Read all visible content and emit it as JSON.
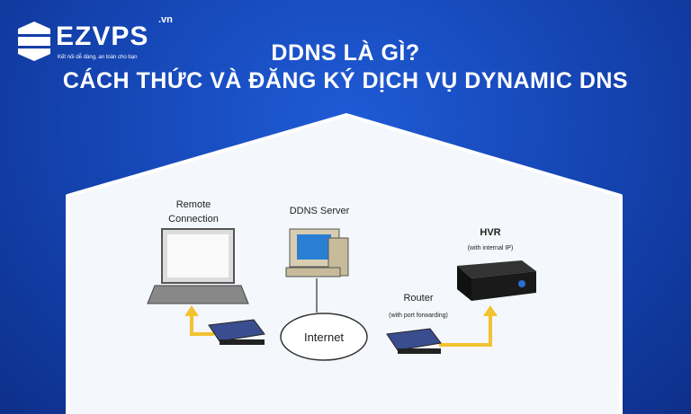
{
  "logo": {
    "brand": "EZVPS",
    "tld": ".vn",
    "tagline": "Kết nối dễ dàng, an toàn cho bạn"
  },
  "title": {
    "line1": "DDNS LÀ GÌ?",
    "line2": "CÁCH THỨC VÀ ĐĂNG KÝ DỊCH VỤ DYNAMIC DNS"
  },
  "diagram": {
    "remote_line1": "Remote",
    "remote_line2": "Connection",
    "ddns_server": "DDNS Server",
    "internet": "Internet",
    "router": "Router",
    "router_note": "(with port forwarding)",
    "hvr": "HVR",
    "hvr_note": "(with internal IP)"
  },
  "colors": {
    "background": "#1443b0",
    "arrow": "#f2c230",
    "panel": "#f4f7fb"
  }
}
